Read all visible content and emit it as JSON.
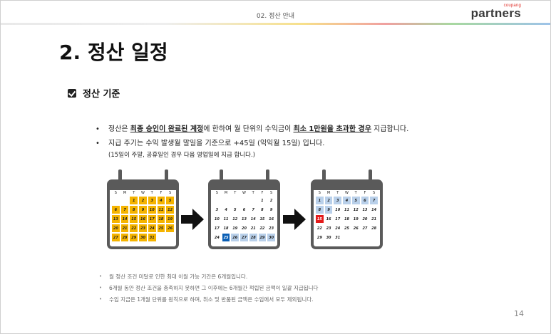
{
  "header": {
    "section_label": "02. 정산 안내",
    "logo_small": "coupang",
    "logo_main": "partners"
  },
  "title": "2. 정산 일정",
  "subheading": "정산 기준",
  "bullets": {
    "b1_pre": "정산은 ",
    "b1_bold1": "최종 승인이 완료된 계정",
    "b1_mid": "에 한하여 월 단위의 수익금이 ",
    "b1_bold2": "최소 1만원을 초과한 경우",
    "b1_post": " 지급합니다.",
    "b2": "지급 주기는 수익 발생월 말일을 기준으로 +45일 (익익월 15일) 입니다.",
    "note": "(15일이 주말, 공휴일인 경우 다음 영업일에 지급 합니다.)"
  },
  "calendar_weekdays": [
    "S",
    "M",
    "T",
    "W",
    "T",
    "F",
    "S"
  ],
  "calendars": [
    {
      "rows": [
        [
          "",
          "",
          "1",
          "2",
          "3",
          "4",
          "5"
        ],
        [
          "6",
          "7",
          "8",
          "9",
          "10",
          "11",
          "12"
        ],
        [
          "13",
          "14",
          "15",
          "16",
          "17",
          "18",
          "19"
        ],
        [
          "20",
          "21",
          "22",
          "23",
          "24",
          "25",
          "26"
        ],
        [
          "27",
          "28",
          "29",
          "30",
          "31",
          "",
          ""
        ]
      ],
      "styles": [
        [
          "n",
          "n",
          "o",
          "o",
          "o",
          "o",
          "o"
        ],
        [
          "o",
          "o",
          "o",
          "o",
          "o",
          "o",
          "o"
        ],
        [
          "o",
          "o",
          "o",
          "o",
          "o",
          "o",
          "o"
        ],
        [
          "o",
          "o",
          "o",
          "o",
          "o",
          "o",
          "o"
        ],
        [
          "o",
          "o",
          "o",
          "o",
          "o",
          "n",
          "n"
        ]
      ]
    },
    {
      "rows": [
        [
          "",
          "",
          "",
          "",
          "",
          "1",
          "2"
        ],
        [
          "3",
          "4",
          "5",
          "6",
          "7",
          "8",
          "9"
        ],
        [
          "10",
          "11",
          "12",
          "13",
          "14",
          "15",
          "16"
        ],
        [
          "17",
          "18",
          "19",
          "20",
          "21",
          "22",
          "23"
        ],
        [
          "24",
          "25",
          "26",
          "27",
          "28",
          "29",
          "30"
        ]
      ],
      "styles": [
        [
          "n",
          "n",
          "n",
          "n",
          "n",
          "n",
          "n"
        ],
        [
          "n",
          "n",
          "n",
          "n",
          "n",
          "n",
          "n"
        ],
        [
          "n",
          "n",
          "n",
          "n",
          "n",
          "n",
          "n"
        ],
        [
          "n",
          "n",
          "n",
          "n",
          "n",
          "n",
          "n"
        ],
        [
          "n",
          "b",
          "l",
          "l",
          "l",
          "l",
          "l"
        ]
      ]
    },
    {
      "rows": [
        [
          "1",
          "2",
          "3",
          "4",
          "5",
          "6",
          "7"
        ],
        [
          "8",
          "9",
          "10",
          "11",
          "12",
          "13",
          "14"
        ],
        [
          "15",
          "16",
          "17",
          "18",
          "19",
          "20",
          "21"
        ],
        [
          "22",
          "23",
          "24",
          "25",
          "26",
          "27",
          "28"
        ],
        [
          "29",
          "30",
          "31",
          "",
          "",
          "",
          ""
        ]
      ],
      "styles": [
        [
          "l",
          "l",
          "l",
          "l",
          "l",
          "l",
          "l"
        ],
        [
          "l",
          "l",
          "n",
          "n",
          "n",
          "n",
          "n"
        ],
        [
          "r",
          "n",
          "n",
          "n",
          "n",
          "n",
          "n"
        ],
        [
          "n",
          "n",
          "n",
          "n",
          "n",
          "n",
          "n"
        ],
        [
          "n",
          "n",
          "n",
          "n",
          "n",
          "n",
          "n"
        ]
      ]
    }
  ],
  "footnotes": [
    "월 정산 조건 미달로 인한 최대 이월 가능 기간은 6개월입니다.",
    "6개월 동안 정산 조건을 충족하지 못하면 그 이후에는 6개월간 적립된 금액이 일괄 지급됩니다",
    "수입 지급은 1개월 단위를 원칙으로 하며, 취소 및 반품된 금액은 수입에서 모두 제외됩니다."
  ],
  "page_number": "14",
  "colors": {
    "highlight_orange": "#f5b400",
    "highlight_blue": "#0b5fb5",
    "light_blue": "#b9d0ea",
    "payday_red": "#e41b1b"
  }
}
